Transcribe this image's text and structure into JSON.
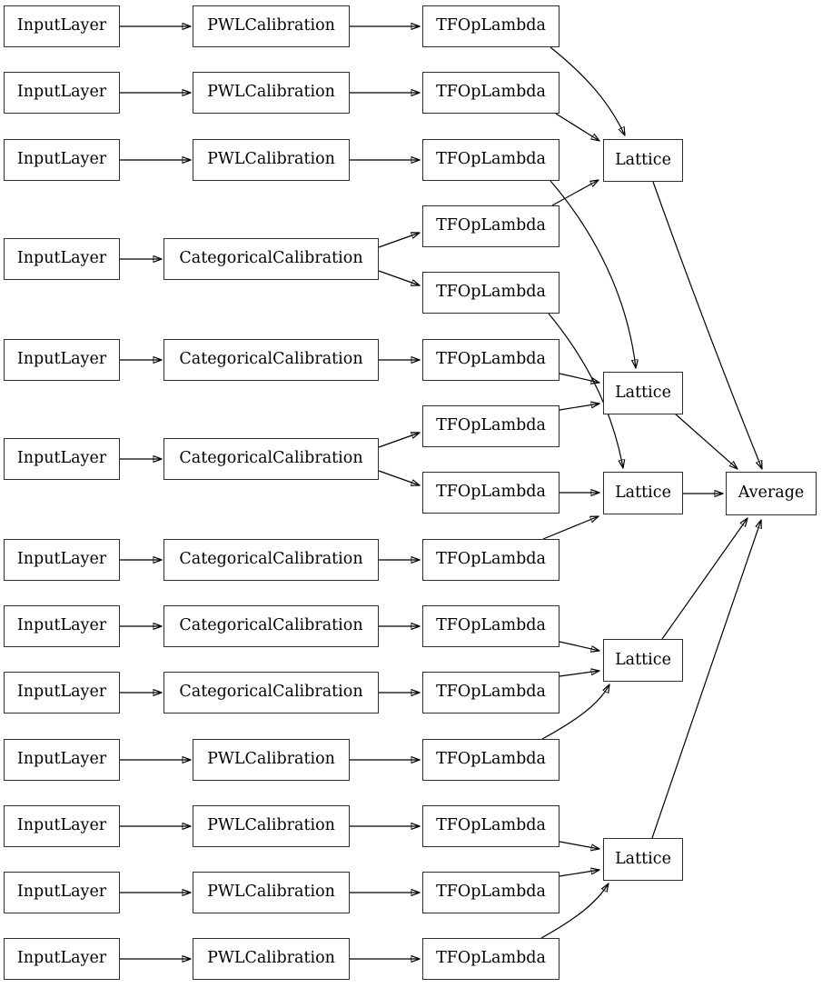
{
  "diagram": {
    "kind": "keras-model-graph",
    "colors": {
      "background": "#ffffff",
      "node_border": "#2e2e2e",
      "edge": "#000000",
      "text": "#000000"
    },
    "node_labels": {
      "input_layer": "InputLayer",
      "pwl_calibration": "PWLCalibration",
      "categorical_calibration": "CategoricalCalibration",
      "tf_op_lambda": "TFOpLambda",
      "lattice": "Lattice",
      "average": "Average"
    },
    "nodes": [
      {
        "id": "input-1",
        "label": "InputLayer"
      },
      {
        "id": "input-2",
        "label": "InputLayer"
      },
      {
        "id": "input-3",
        "label": "InputLayer"
      },
      {
        "id": "input-4",
        "label": "InputLayer"
      },
      {
        "id": "input-5",
        "label": "InputLayer"
      },
      {
        "id": "input-6",
        "label": "InputLayer"
      },
      {
        "id": "input-7",
        "label": "InputLayer"
      },
      {
        "id": "input-8",
        "label": "InputLayer"
      },
      {
        "id": "input-9",
        "label": "InputLayer"
      },
      {
        "id": "input-10",
        "label": "InputLayer"
      },
      {
        "id": "input-11",
        "label": "InputLayer"
      },
      {
        "id": "input-12",
        "label": "InputLayer"
      },
      {
        "id": "input-13",
        "label": "InputLayer"
      },
      {
        "id": "pwl-1",
        "label": "PWLCalibration"
      },
      {
        "id": "pwl-2",
        "label": "PWLCalibration"
      },
      {
        "id": "pwl-3",
        "label": "PWLCalibration"
      },
      {
        "id": "pwl-4",
        "label": "PWLCalibration"
      },
      {
        "id": "pwl-5",
        "label": "PWLCalibration"
      },
      {
        "id": "pwl-6",
        "label": "PWLCalibration"
      },
      {
        "id": "pwl-7",
        "label": "PWLCalibration"
      },
      {
        "id": "cat-1",
        "label": "CategoricalCalibration"
      },
      {
        "id": "cat-2",
        "label": "CategoricalCalibration"
      },
      {
        "id": "cat-3",
        "label": "CategoricalCalibration"
      },
      {
        "id": "cat-4",
        "label": "CategoricalCalibration"
      },
      {
        "id": "cat-5",
        "label": "CategoricalCalibration"
      },
      {
        "id": "cat-6",
        "label": "CategoricalCalibration"
      },
      {
        "id": "tfop-1",
        "label": "TFOpLambda"
      },
      {
        "id": "tfop-2",
        "label": "TFOpLambda"
      },
      {
        "id": "tfop-3",
        "label": "TFOpLambda"
      },
      {
        "id": "tfop-4",
        "label": "TFOpLambda"
      },
      {
        "id": "tfop-5",
        "label": "TFOpLambda"
      },
      {
        "id": "tfop-6",
        "label": "TFOpLambda"
      },
      {
        "id": "tfop-7",
        "label": "TFOpLambda"
      },
      {
        "id": "tfop-8",
        "label": "TFOpLambda"
      },
      {
        "id": "tfop-9",
        "label": "TFOpLambda"
      },
      {
        "id": "tfop-10",
        "label": "TFOpLambda"
      },
      {
        "id": "tfop-11",
        "label": "TFOpLambda"
      },
      {
        "id": "tfop-12",
        "label": "TFOpLambda"
      },
      {
        "id": "tfop-13",
        "label": "TFOpLambda"
      },
      {
        "id": "tfop-14",
        "label": "TFOpLambda"
      },
      {
        "id": "tfop-15",
        "label": "TFOpLambda"
      },
      {
        "id": "lattice-1",
        "label": "Lattice"
      },
      {
        "id": "lattice-2",
        "label": "Lattice"
      },
      {
        "id": "lattice-3",
        "label": "Lattice"
      },
      {
        "id": "lattice-4",
        "label": "Lattice"
      },
      {
        "id": "lattice-5",
        "label": "Lattice"
      },
      {
        "id": "average",
        "label": "Average"
      }
    ],
    "edges": [
      [
        "input-1",
        "pwl-1"
      ],
      [
        "input-2",
        "pwl-2"
      ],
      [
        "input-3",
        "pwl-3"
      ],
      [
        "input-4",
        "cat-1"
      ],
      [
        "input-5",
        "cat-2"
      ],
      [
        "input-6",
        "cat-3"
      ],
      [
        "input-7",
        "cat-4"
      ],
      [
        "input-8",
        "cat-5"
      ],
      [
        "input-9",
        "cat-6"
      ],
      [
        "input-10",
        "pwl-4"
      ],
      [
        "input-11",
        "pwl-5"
      ],
      [
        "input-12",
        "pwl-6"
      ],
      [
        "input-13",
        "pwl-7"
      ],
      [
        "pwl-1",
        "tfop-1"
      ],
      [
        "pwl-2",
        "tfop-2"
      ],
      [
        "pwl-3",
        "tfop-3"
      ],
      [
        "cat-1",
        "tfop-4"
      ],
      [
        "cat-1",
        "tfop-5"
      ],
      [
        "cat-2",
        "tfop-6"
      ],
      [
        "cat-3",
        "tfop-7"
      ],
      [
        "cat-3",
        "tfop-8"
      ],
      [
        "cat-4",
        "tfop-9"
      ],
      [
        "cat-5",
        "tfop-10"
      ],
      [
        "cat-6",
        "tfop-11"
      ],
      [
        "pwl-4",
        "tfop-12"
      ],
      [
        "pwl-5",
        "tfop-13"
      ],
      [
        "pwl-6",
        "tfop-14"
      ],
      [
        "pwl-7",
        "tfop-15"
      ],
      [
        "tfop-1",
        "lattice-1"
      ],
      [
        "tfop-2",
        "lattice-1"
      ],
      [
        "tfop-4",
        "lattice-1"
      ],
      [
        "tfop-3",
        "lattice-2"
      ],
      [
        "tfop-6",
        "lattice-2"
      ],
      [
        "tfop-7",
        "lattice-2"
      ],
      [
        "tfop-5",
        "lattice-3"
      ],
      [
        "tfop-8",
        "lattice-3"
      ],
      [
        "tfop-9",
        "lattice-3"
      ],
      [
        "tfop-10",
        "lattice-4"
      ],
      [
        "tfop-11",
        "lattice-4"
      ],
      [
        "tfop-12",
        "lattice-4"
      ],
      [
        "tfop-13",
        "lattice-5"
      ],
      [
        "tfop-14",
        "lattice-5"
      ],
      [
        "tfop-15",
        "lattice-5"
      ],
      [
        "lattice-1",
        "average"
      ],
      [
        "lattice-2",
        "average"
      ],
      [
        "lattice-3",
        "average"
      ],
      [
        "lattice-4",
        "average"
      ],
      [
        "lattice-5",
        "average"
      ]
    ]
  }
}
